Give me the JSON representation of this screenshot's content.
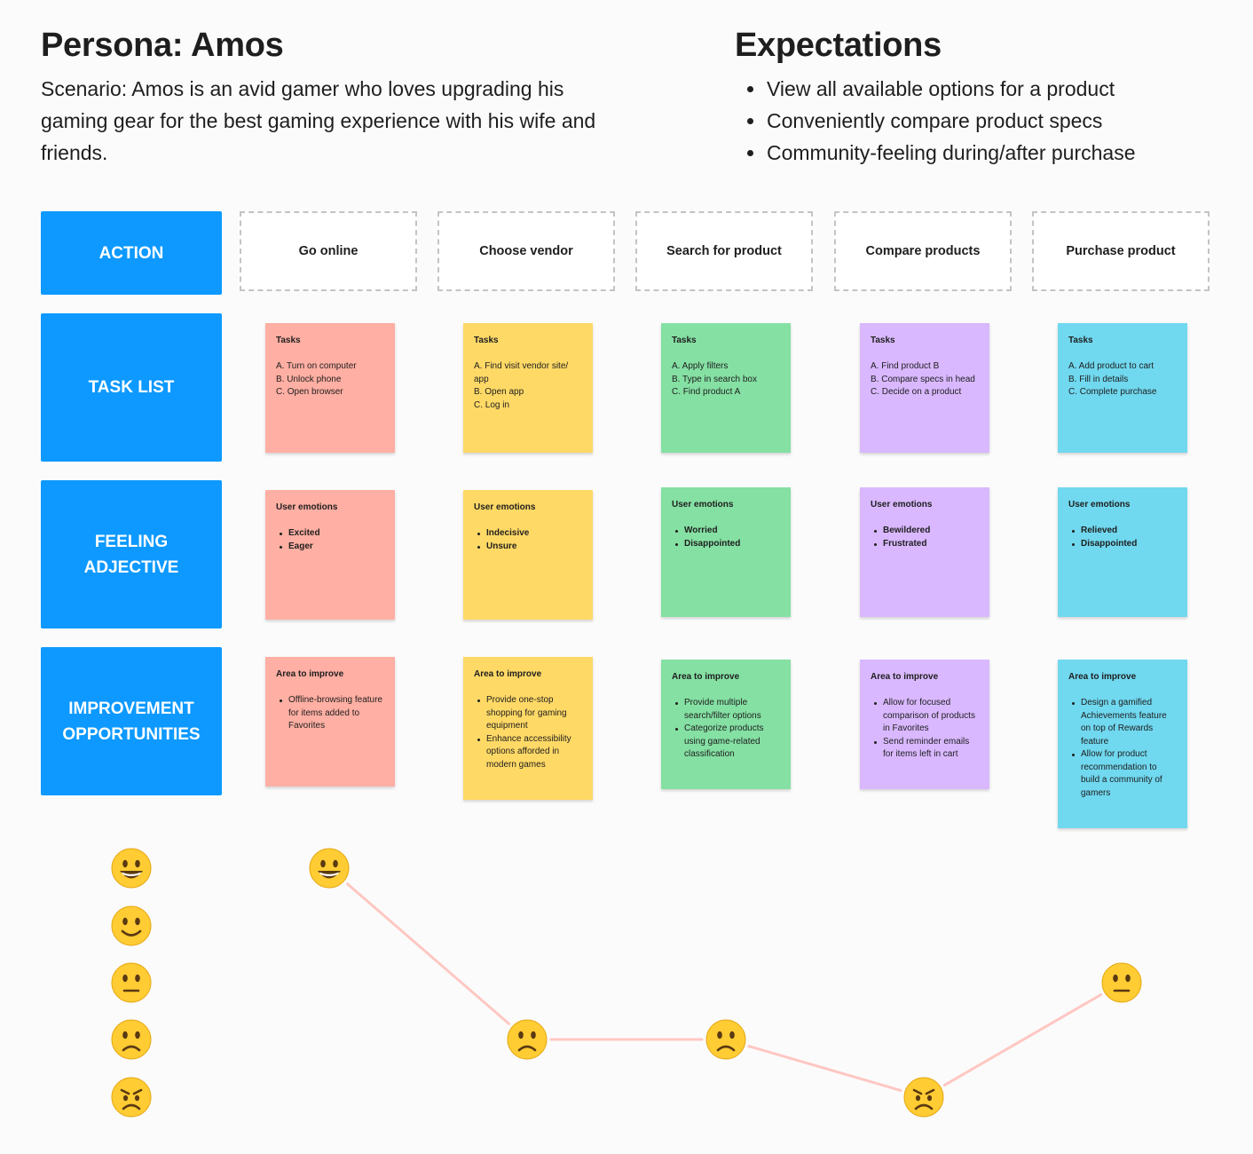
{
  "persona": {
    "title": "Persona: Amos",
    "scenario": "Scenario: Amos is an avid gamer who loves upgrading his gaming gear for the best gaming experience with his wife and friends."
  },
  "expectations": {
    "title": "Expectations",
    "items": [
      "View all available options for a product",
      "Conveniently compare product specs",
      "Community-feeling during/after purchase"
    ]
  },
  "row_labels": {
    "action": "ACTION",
    "task_list": "TASK LIST",
    "feeling": "FEELING ADJECTIVE",
    "improvement": "IMPROVEMENT OPPORTUNITIES"
  },
  "stages": [
    {
      "action": "Go online",
      "color": "#ffafa3",
      "tasks_title": "Tasks",
      "tasks": [
        "A. Turn on computer",
        "B. Unlock phone",
        "C. Open browser"
      ],
      "emotions_title": "User emotions",
      "emotions": [
        "Excited",
        "Eager"
      ],
      "improve_title": "Area to improve",
      "improvements": [
        "Offline-browsing feature for items added to Favorites"
      ],
      "mood": 5
    },
    {
      "action": "Choose vendor",
      "color": "#ffd966",
      "tasks_title": "Tasks",
      "tasks": [
        "A. Find visit vendor site/ app",
        "B. Open app",
        "C. Log in"
      ],
      "emotions_title": "User emotions",
      "emotions": [
        "Indecisive",
        "Unsure"
      ],
      "improve_title": "Area to improve",
      "improvements": [
        "Provide one-stop shopping for gaming equipment",
        "Enhance accessibility options afforded in modern games"
      ],
      "mood": 2
    },
    {
      "action": "Search for product",
      "color": "#85e0a3",
      "tasks_title": "Tasks",
      "tasks": [
        "A. Apply filters",
        "B. Type in search box",
        "C. Find product A"
      ],
      "emotions_title": "User emotions",
      "emotions": [
        "Worried",
        "Disappointed"
      ],
      "improve_title": "Area to improve",
      "improvements": [
        "Provide multiple search/filter options",
        "Categorize products using game-related classification"
      ],
      "mood": 2
    },
    {
      "action": "Compare products",
      "color": "#d9b8ff",
      "tasks_title": "Tasks",
      "tasks": [
        "A. Find product B",
        "B. Compare specs in head",
        "C. Decide on a product"
      ],
      "emotions_title": "User emotions",
      "emotions": [
        "Bewildered",
        "Frustrated"
      ],
      "improve_title": "Area to improve",
      "improvements": [
        "Allow for focused comparison of products in Favorites",
        "Send reminder emails for items left in cart"
      ],
      "mood": 1
    },
    {
      "action": "Purchase product",
      "color": "#70d8ef",
      "tasks_title": "Tasks",
      "tasks": [
        "A. Add product to cart",
        "B. Fill in details",
        "C. Complete purchase"
      ],
      "emotions_title": "User emotions",
      "emotions": [
        "Relieved",
        "Disappointed"
      ],
      "improve_title": "Area to improve",
      "improvements": [
        "Design a gamified Achievements feature on top of Rewards feature",
        "Allow for product recommendation to build a community of gamers"
      ],
      "mood": 3
    }
  ],
  "mood_scale": [
    5,
    4,
    3,
    2,
    1
  ],
  "colors": {
    "label_blue": "#0d99ff",
    "journey_line": "#ffc7c2",
    "emoji_face": "#ffcc33"
  }
}
